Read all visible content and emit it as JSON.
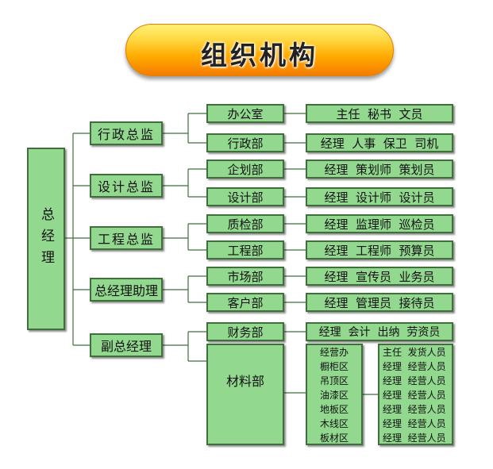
{
  "title": "组织机构",
  "root": "总经理",
  "level1": [
    "行政总监",
    "设计总监",
    "工程总监",
    "总经理助理",
    "副总经理"
  ],
  "level2": [
    "办公室",
    "行政部",
    "企划部",
    "设计部",
    "质检部",
    "工程部",
    "市场部",
    "客户部",
    "财务部",
    "材料部"
  ],
  "level3": [
    "主任  秘书  文员",
    "经理  人事  保卫  司机",
    "经理  策划师  策划员",
    "经理  设计师  设计员",
    "经理  监理师  巡检员",
    "经理  工程师  预算员",
    "经理  宣传员  业务员",
    "经理  管理员  接待员",
    "经理  会计  出纳  劳资员"
  ],
  "material_areas": [
    "经营办",
    "橱柜区",
    "吊顶区",
    "油漆区",
    "地板区",
    "木线区",
    "板材区"
  ],
  "material_staff": [
    "主任  发货人员",
    "经理  经营人员",
    "经理  经营人员",
    "经理  经营人员",
    "经理  经营人员",
    "经理  经营人员",
    "经理  经营人员"
  ],
  "colors": {
    "box": "#92d98f",
    "border": "#3f6f3a",
    "banner": "#ffab00"
  }
}
